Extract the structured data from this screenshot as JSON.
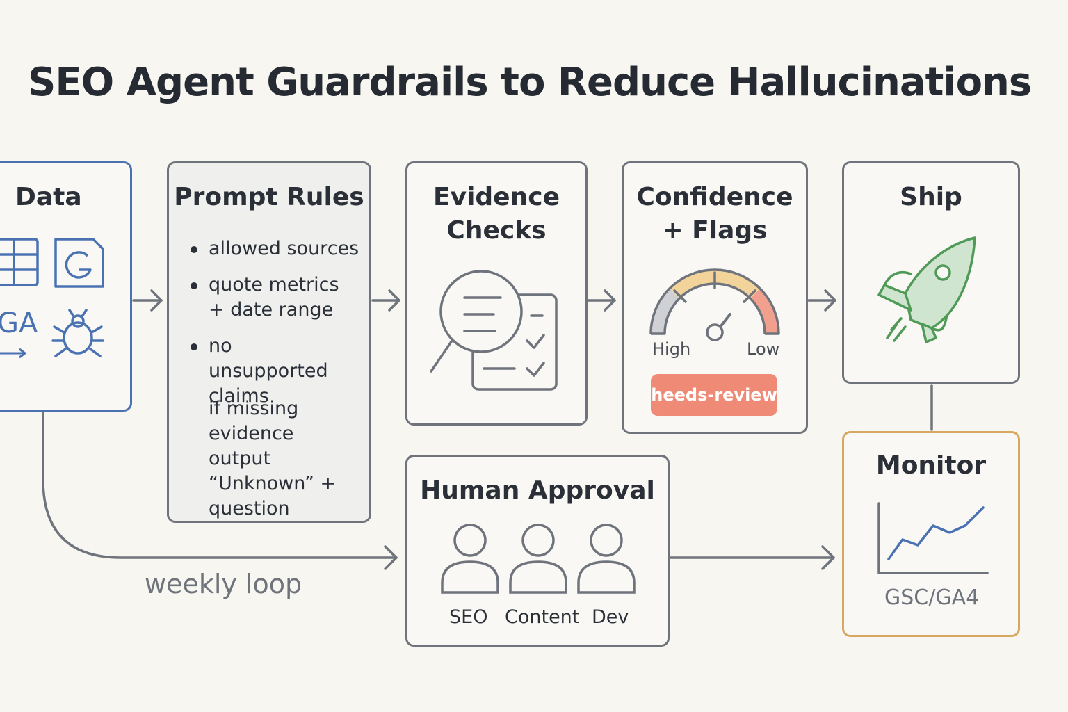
{
  "title": "SEO Agent Guardrails to Reduce Hallucinations",
  "nodes": {
    "data": {
      "heading": "Data",
      "icons": [
        "sheet-icon",
        "google-doc-icon",
        "analytics-icon",
        "crawler-bug-icon"
      ],
      "ga_text": "GA"
    },
    "prompt_rules": {
      "heading": "Prompt Rules",
      "items": [
        "allowed sources",
        "quote metrics + date range",
        "no unsupported claims"
      ],
      "fallback": "if missing evidence output “Unknown” + question"
    },
    "evidence_checks": {
      "heading_line1": "Evidence",
      "heading_line2": "Checks",
      "icon": "magnifier-checklist-icon"
    },
    "confidence_flags": {
      "heading_line1": "Confidence",
      "heading_line2": "+ Flags",
      "gauge_left": "High",
      "gauge_right": "Low",
      "badge": "heeds-review"
    },
    "ship": {
      "heading": "Ship",
      "icon": "rocket-icon"
    },
    "human_approval": {
      "heading": "Human Approval",
      "roles": [
        "SEO",
        "Content",
        "Dev"
      ]
    },
    "monitor": {
      "heading": "Monitor",
      "caption": "GSC/GA4",
      "icon": "line-chart-icon"
    }
  },
  "edges": {
    "loop_label": "weekly loop"
  },
  "colors": {
    "data_border": "#4a72b3",
    "monitor_border": "#d6a862",
    "badge": "#ef8a76",
    "rocket": "#5aa25e",
    "gauge_low": "#f2a08e",
    "gauge_mid": "#f2d49a",
    "gauge_high": "#cfd1d4"
  }
}
